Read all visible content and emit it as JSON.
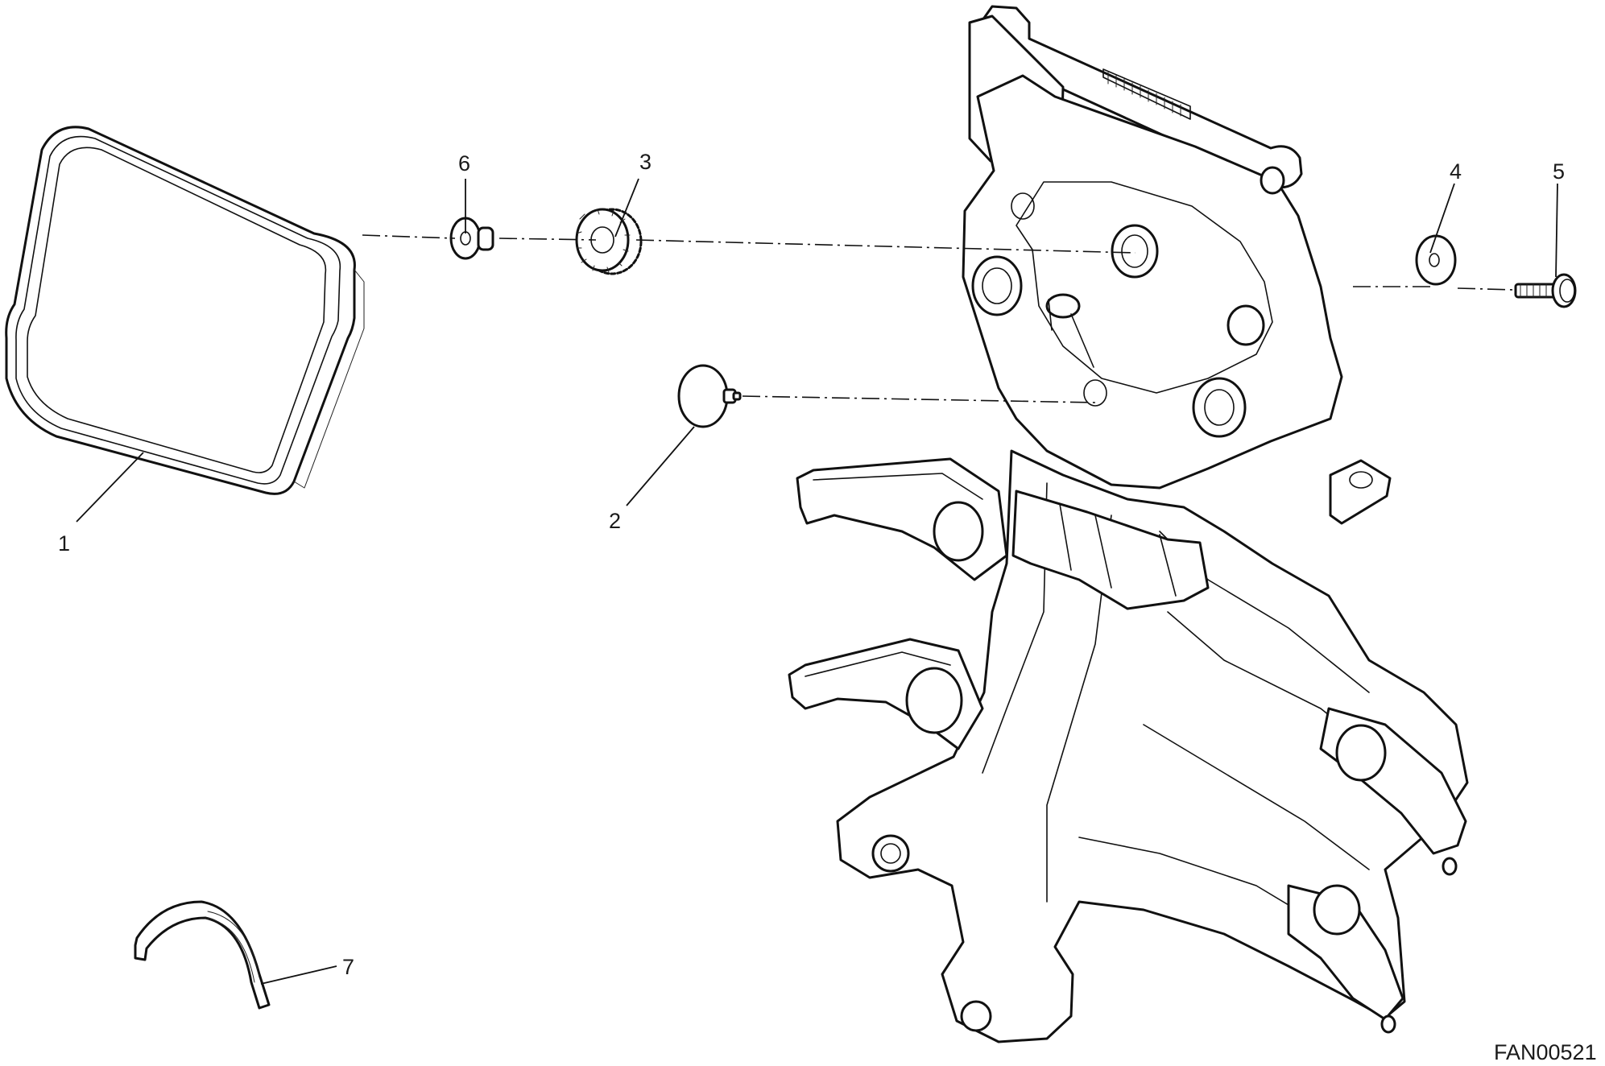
{
  "callouts": [
    {
      "id": "1",
      "label": "1"
    },
    {
      "id": "2",
      "label": "2"
    },
    {
      "id": "3",
      "label": "3"
    },
    {
      "id": "4",
      "label": "4"
    },
    {
      "id": "5",
      "label": "5"
    },
    {
      "id": "6",
      "label": "6"
    },
    {
      "id": "7",
      "label": "7"
    }
  ],
  "reference_code": "FAN00521"
}
